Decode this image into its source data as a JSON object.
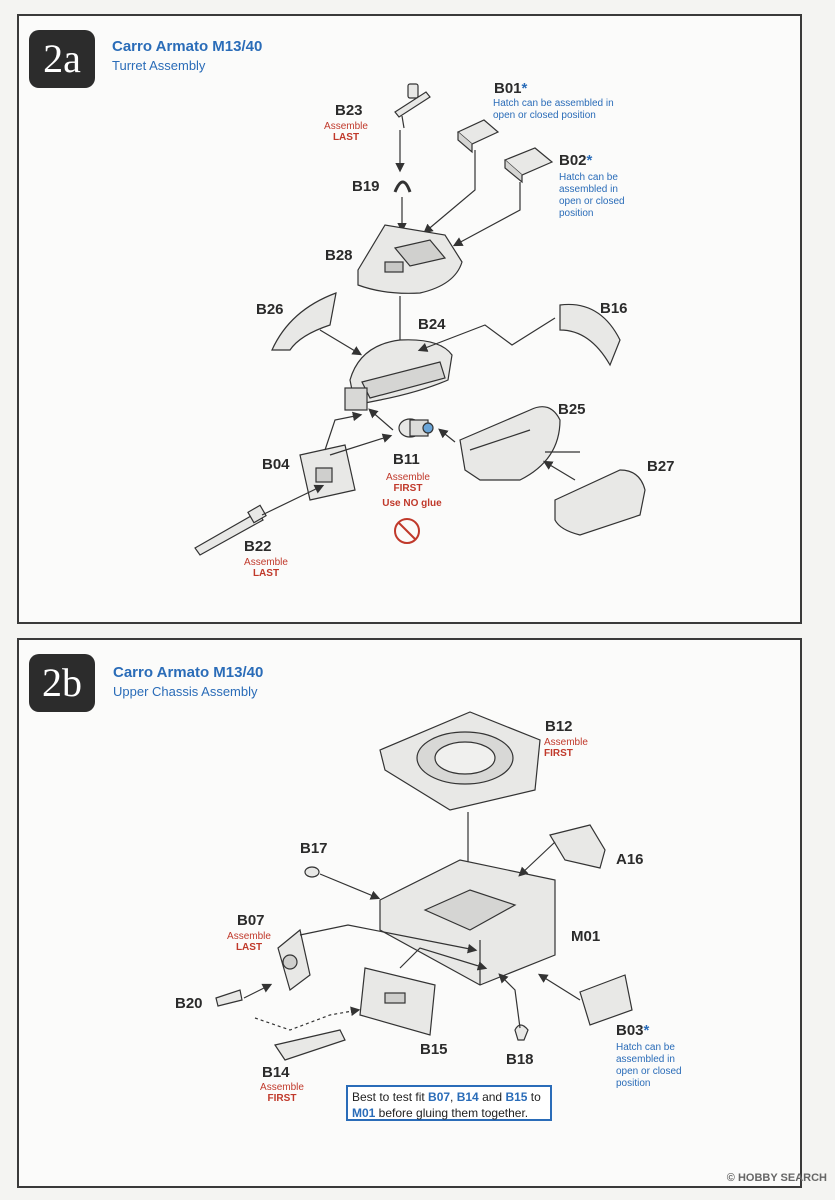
{
  "step_a": {
    "badge": "2a",
    "title": "Carro Armato M13/40",
    "subtitle": "Turret Assembly",
    "parts": {
      "b23": "B23",
      "b23_note1": "Assemble",
      "b23_note2": "LAST",
      "b01": "B01",
      "b01_note": "Hatch can be assembled in open or closed position",
      "b02": "B02",
      "b02_note": "Hatch can be assembled in open or closed position",
      "b19": "B19",
      "b28": "B28",
      "b26": "B26",
      "b24": "B24",
      "b16": "B16",
      "b25": "B25",
      "b04": "B04",
      "b11": "B11",
      "b11_note1": "Assemble",
      "b11_note2": "FIRST",
      "b11_note3": "Use NO glue",
      "b27": "B27",
      "b22": "B22",
      "b22_note1": "Assemble",
      "b22_note2": "LAST"
    }
  },
  "step_b": {
    "badge": "2b",
    "title": "Carro Armato M13/40",
    "subtitle": "Upper Chassis Assembly",
    "parts": {
      "b12": "B12",
      "b12_note1": "Assemble",
      "b12_note2": "FIRST",
      "b17": "B17",
      "a16": "A16",
      "b07": "B07",
      "b07_note1": "Assemble",
      "b07_note2": "LAST",
      "m01": "M01",
      "b20": "B20",
      "b15": "B15",
      "b18": "B18",
      "b03": "B03",
      "b03_note": "Hatch can be assembled in open or closed position",
      "b14": "B14",
      "b14_note1": "Assemble",
      "b14_note2": "FIRST"
    },
    "note": {
      "t1": "Best to test fit ",
      "p1": "B07",
      "t2": ", ",
      "p2": "B14",
      "t3": " and ",
      "p3": "B15",
      "t4": " to",
      "p4": "M01",
      "t5": " before gluing them together."
    }
  },
  "watermark": "© HOBBY SEARCH"
}
